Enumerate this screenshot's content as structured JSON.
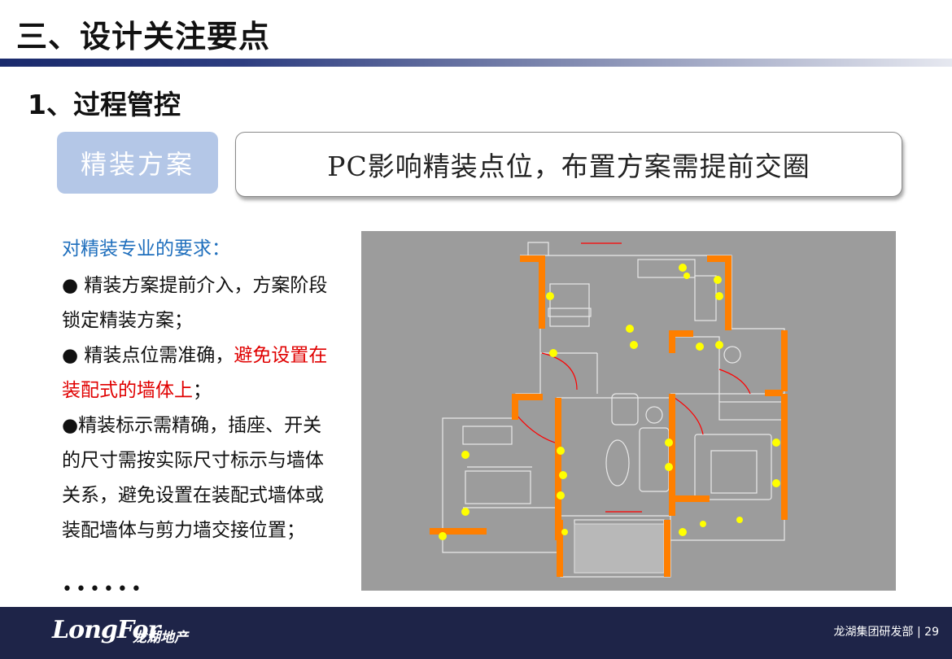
{
  "header": {
    "title": "三、设计关注要点",
    "section": "1、过程管控"
  },
  "callout": {
    "tag": "精装方案",
    "banner": "PC影响精装点位，布置方案需提前交圈"
  },
  "requirements": {
    "heading": "对精装专业的要求：",
    "item1": "● 精装方案提前介入，方案阶段锁定精装方案；",
    "item2_a": "● 精装点位需准确，",
    "item2_b": "避免设置在装配式的墙体上",
    "item2_c": "；",
    "item3": "●精装标示需精确，插座、开关的尺寸需按实际尺寸标示与墙体关系，避免设置在装配式墙体或装配墙体与剪力墙交接位置；",
    "dots": "••••••"
  },
  "footer": {
    "logo_en": "LongFor",
    "logo_cn": "龙湖地产",
    "dept": "龙湖集团研发部",
    "separator": "|",
    "page": "29"
  },
  "colors": {
    "title_rule_dark": "#1a2a6c",
    "tag_bg": "#b4c7e7",
    "heading_blue": "#1f6fbd",
    "highlight_red": "#e00000",
    "footer_bg": "#1e2448",
    "plan_bg": "#9c9c9c",
    "wall_orange": "#ff7f00",
    "point_yellow": "#ffff00"
  }
}
